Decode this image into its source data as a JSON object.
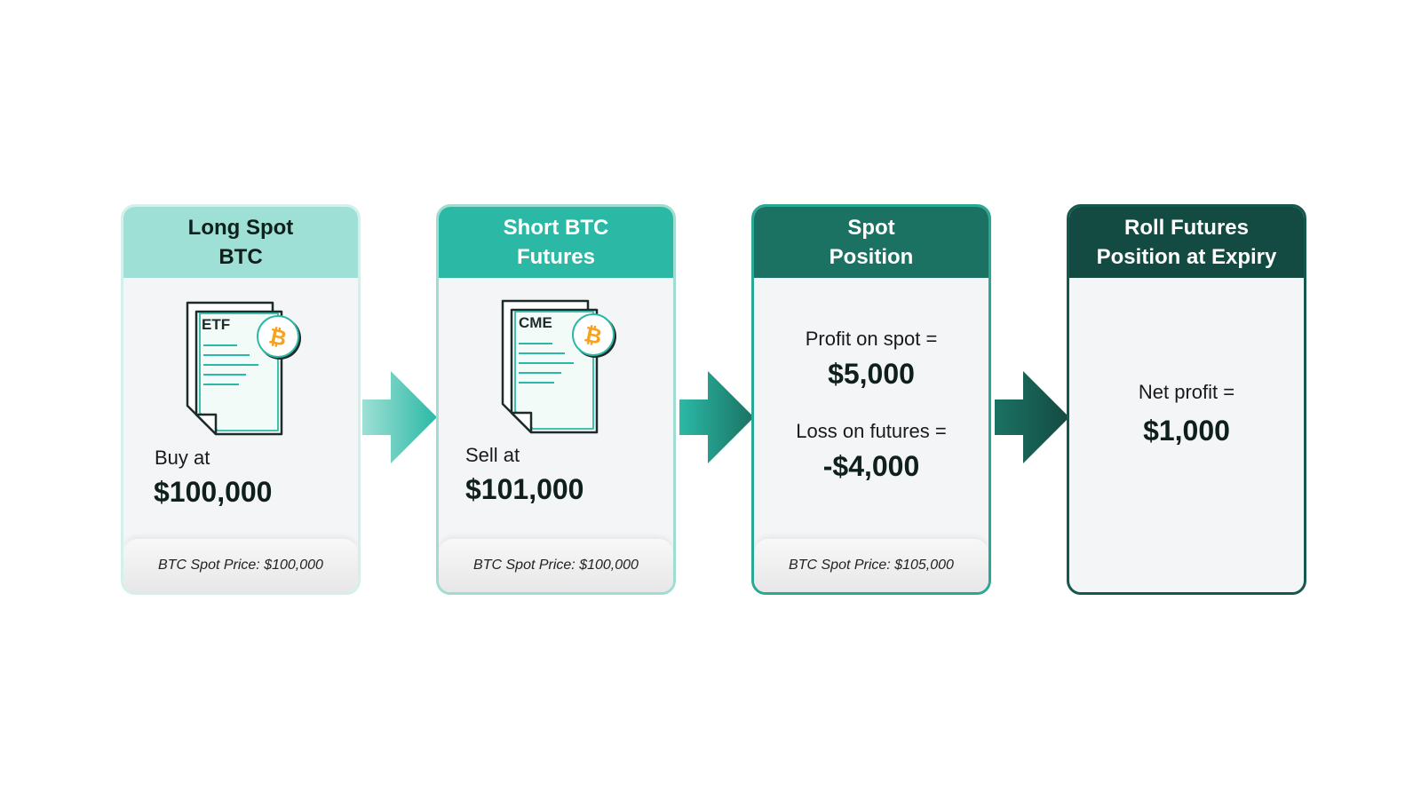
{
  "steps": [
    {
      "title_line1": "Long Spot",
      "title_line2": "BTC",
      "doc_label": "ETF",
      "action_label": "Buy at",
      "amount": "$100,000",
      "footer": "BTC Spot Price: $100,000"
    },
    {
      "title_line1": "Short BTC",
      "title_line2": "Futures",
      "doc_label": "CME",
      "action_label": "Sell at",
      "amount": "$101,000",
      "footer": "BTC Spot Price: $100,000"
    },
    {
      "title_line1": "Spot",
      "title_line2": "Position",
      "profit_label": "Profit on spot =",
      "profit_amount": "$5,000",
      "loss_label": "Loss on futures =",
      "loss_amount": "-$4,000",
      "footer": "BTC Spot Price: $105,000"
    },
    {
      "title_line1": "Roll Futures",
      "title_line2": "Position at Expiry",
      "net_label": "Net profit =",
      "net_amount": "$1,000"
    }
  ],
  "icons": {
    "document": "document-icon",
    "bitcoin": "bitcoin-icon",
    "arrow": "arrow-right-icon"
  },
  "colors": {
    "step1_header": "#9ee0d5",
    "step2_header": "#2bb9a6",
    "step3_header": "#1b7263",
    "step4_header": "#134a42",
    "bitcoin": "#f7a21b"
  }
}
